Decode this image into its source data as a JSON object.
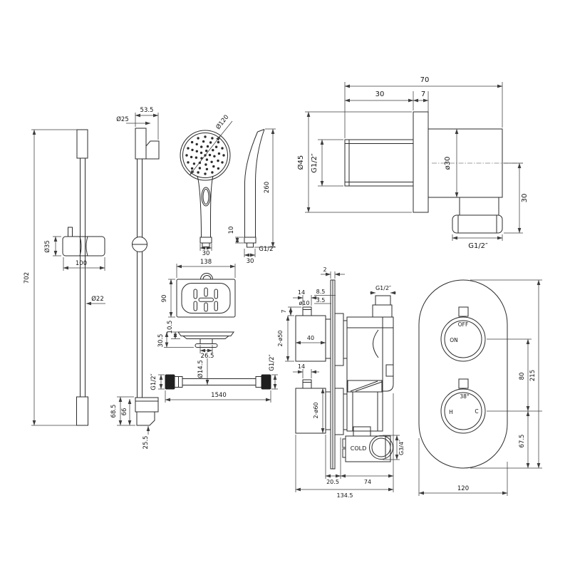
{
  "labels": {
    "rail_front": {
      "length": "702",
      "slider_dia": "Ø35",
      "slider_width": "100",
      "rod_dia": "Ø22"
    },
    "rail_side": {
      "top_width": "53.5",
      "top_dia": "Ø25",
      "foot_height": "68.5",
      "foot_inner": "66",
      "foot_depth": "25.5"
    },
    "handset_front": {
      "face_dia": "Ø120",
      "outlet": "30"
    },
    "handset_side": {
      "length": "260",
      "tip": "10",
      "thread": "G1/2″",
      "outlet": "30"
    },
    "dish": {
      "width": "138",
      "depth": "90",
      "lip": "10.5",
      "height": "30.5",
      "stem": "26.5"
    },
    "hose": {
      "thread_left": "G1/2″",
      "dia": "Ø14.5",
      "length": "1540",
      "thread_right": "G1/2″"
    },
    "elbow": {
      "width": "70",
      "thread_len": "30",
      "flange": "7",
      "flange_dia": "Ø45",
      "thread_in": "G1/2″",
      "body_dia": "ø30",
      "drop": "30",
      "thread_out": "G1/2″"
    },
    "valve": {
      "plate": "2",
      "offset_top": "14",
      "gap_a": "8.5",
      "gap_b": "3.5",
      "pin_dia": "ø10",
      "pin_h": "7",
      "handle_len": "40",
      "handle_dia": "2-ø50",
      "thread_top": "G1/2″",
      "offset_bot": "14",
      "trim_dia": "2-ø60",
      "cold_label": "COLD",
      "thread_cold": "G3/4″",
      "inset": "20.5",
      "body_w": "74",
      "total_w": "134.5"
    },
    "trim": {
      "off": "OFF",
      "on": "ON",
      "temp": "38°",
      "hot": "H",
      "cold": "C",
      "pitch": "80",
      "height": "215",
      "lower": "67.5",
      "width": "120"
    }
  }
}
